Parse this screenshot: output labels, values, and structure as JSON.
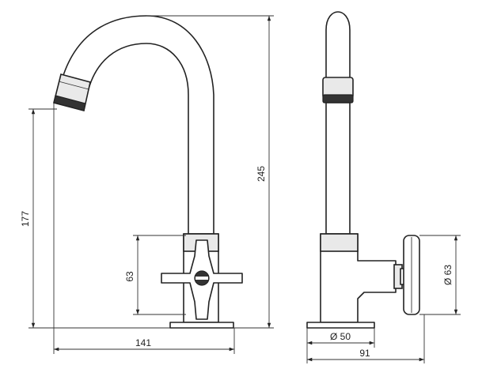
{
  "drawing": {
    "dimensions": {
      "spout_height": "177",
      "total_height": "245",
      "handle_height": "63",
      "front_width": "141",
      "base_diameter": "Ø 50",
      "handle_diameter": "Ø 63",
      "side_depth": "91"
    }
  }
}
